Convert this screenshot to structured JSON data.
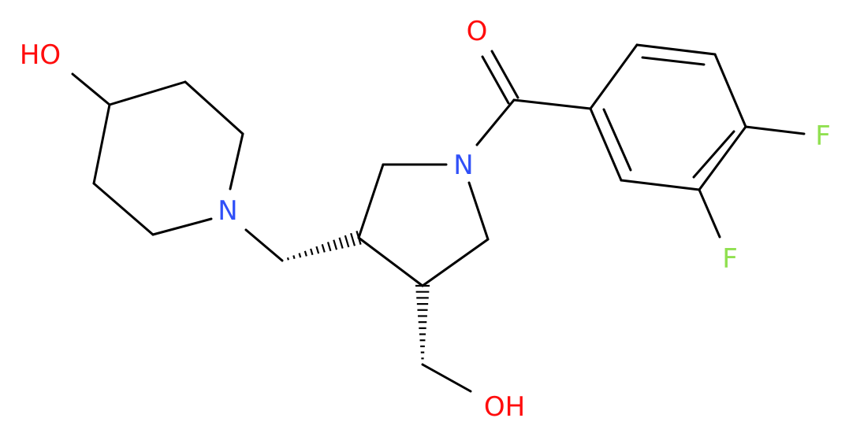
{
  "molecule": {
    "atoms": {
      "ho_piperidine": {
        "text": "HO",
        "color": "#ff0d0d"
      },
      "n_piperidine": {
        "text": "N",
        "color": "#3050f8"
      },
      "n_pyrrolidine": {
        "text": "N",
        "color": "#3050f8"
      },
      "o_carbonyl": {
        "text": "O",
        "color": "#ff0d0d"
      },
      "f_para": {
        "text": "F",
        "color": "#90e050"
      },
      "f_meta": {
        "text": "F",
        "color": "#90e050"
      },
      "oh_hydroxymethyl": {
        "text": "OH",
        "color": "#ff0d0d"
      }
    },
    "bond_color": "#000000"
  }
}
